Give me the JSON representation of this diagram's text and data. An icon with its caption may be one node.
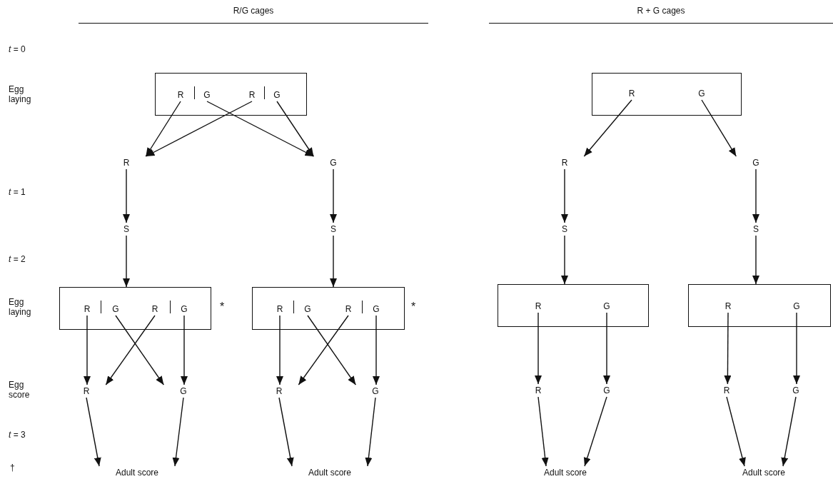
{
  "diagram": {
    "nodes": [
      {
        "text": [],
        "shape": "box"
      },
      {
        "text": [
          "R"
        ],
        "in": 0
      },
      {
        "text": [
          "G"
        ],
        "in": 0
      },
      {
        "text": [
          "R"
        ],
        "in": 0
      },
      {
        "text": [
          "G"
        ],
        "in": 0
      },
      {
        "text": [
          "R"
        ]
      },
      {
        "text": [
          "G"
        ]
      },
      {
        "text": [
          "S"
        ]
      },
      {
        "text": [
          "S"
        ]
      },
      {
        "text": [],
        "shape": "box",
        "beside": [
          "*"
        ]
      },
      {
        "text": [
          "R"
        ],
        "in": 9
      },
      {
        "text": [
          "G"
        ],
        "in": 9
      },
      {
        "text": [
          "R"
        ],
        "in": 9
      },
      {
        "text": [
          "G"
        ],
        "in": 9
      },
      {
        "text": [],
        "shape": "box",
        "beside": [
          "*"
        ]
      },
      {
        "text": [
          "R"
        ],
        "in": 14
      },
      {
        "text": [
          "G"
        ],
        "in": 14
      },
      {
        "text": [
          "R"
        ],
        "in": 14
      },
      {
        "text": [
          "G"
        ],
        "in": 14
      },
      {
        "text": [
          "R"
        ]
      },
      {
        "text": [
          "G"
        ]
      },
      {
        "text": [
          "R"
        ]
      },
      {
        "text": [
          "G"
        ]
      },
      {
        "text": [
          "Adult score"
        ]
      },
      {
        "text": [
          "Adult score"
        ]
      },
      {
        "text": [],
        "shape": "box"
      },
      {
        "text": [
          "R"
        ],
        "in": 25
      },
      {
        "text": [
          "G"
        ],
        "in": 25
      },
      {
        "text": [
          "R"
        ]
      },
      {
        "text": [
          "G"
        ]
      },
      {
        "text": [
          "S"
        ]
      },
      {
        "text": [
          "S"
        ]
      },
      {
        "text": [],
        "shape": "box"
      },
      {
        "text": [
          "R"
        ],
        "in": 32
      },
      {
        "text": [
          "G"
        ],
        "in": 32
      },
      {
        "text": [],
        "shape": "box"
      },
      {
        "text": [
          "R"
        ],
        "in": 35
      },
      {
        "text": [
          "G"
        ],
        "in": 35
      },
      {
        "text": [
          "R"
        ]
      },
      {
        "text": [
          "G"
        ]
      },
      {
        "text": [
          "R"
        ]
      },
      {
        "text": [
          "G"
        ]
      },
      {
        "text": [
          "Adult score"
        ]
      },
      {
        "text": [
          "Adult score"
        ]
      }
    ],
    "edges": [
      {
        "from": 1,
        "to": 5,
        "arrow": "to"
      },
      {
        "from": 2,
        "to": 6,
        "arrow": "to"
      },
      {
        "from": 3,
        "to": 5,
        "arrow": "to"
      },
      {
        "from": 4,
        "to": 6,
        "arrow": "to"
      },
      {
        "from": 5,
        "to": 7,
        "arrow": "to"
      },
      {
        "from": 6,
        "to": 8,
        "arrow": "to"
      },
      {
        "from": 7,
        "to": 9,
        "arrow": "to"
      },
      {
        "from": 8,
        "to": 14,
        "arrow": "to"
      },
      {
        "from": 10,
        "to": 19,
        "arrow": "to"
      },
      {
        "from": 11,
        "to": 20,
        "arrow": "to"
      },
      {
        "from": 12,
        "to": 19,
        "arrow": "to"
      },
      {
        "from": 13,
        "to": 20,
        "arrow": "to"
      },
      {
        "from": 15,
        "to": 21,
        "arrow": "to"
      },
      {
        "from": 16,
        "to": 22,
        "arrow": "to"
      },
      {
        "from": 17,
        "to": 21,
        "arrow": "to"
      },
      {
        "from": 18,
        "to": 22,
        "arrow": "to"
      },
      {
        "from": 19,
        "to": 23,
        "arrow": "to"
      },
      {
        "from": 20,
        "to": 23,
        "arrow": "to"
      },
      {
        "from": 21,
        "to": 24,
        "arrow": "to"
      },
      {
        "from": 22,
        "to": 24,
        "arrow": "to"
      },
      {
        "from": 26,
        "to": 28,
        "arrow": "to"
      },
      {
        "from": 27,
        "to": 29,
        "arrow": "to"
      },
      {
        "from": 28,
        "to": 30,
        "arrow": "to"
      },
      {
        "from": 29,
        "to": 31,
        "arrow": "to"
      },
      {
        "from": 30,
        "to": 32,
        "arrow": "to"
      },
      {
        "from": 31,
        "to": 35,
        "arrow": "to"
      },
      {
        "from": 33,
        "to": 38,
        "arrow": "to"
      },
      {
        "from": 34,
        "to": 39,
        "arrow": "to"
      },
      {
        "from": 36,
        "to": 40,
        "arrow": "to"
      },
      {
        "from": 37,
        "to": 41,
        "arrow": "to"
      },
      {
        "from": 38,
        "to": 42,
        "arrow": "to"
      },
      {
        "from": 39,
        "to": 42,
        "arrow": "to"
      },
      {
        "from": 40,
        "to": 43,
        "arrow": "to"
      },
      {
        "from": 41,
        "to": 43,
        "arrow": "to"
      }
    ],
    "labels": [
      "R/G cages",
      "R + G cages",
      "*t* = 0",
      "Egg laying",
      "*t* = 1",
      "*t* = 2",
      "Egg laying",
      "Egg score",
      "*t* = 3",
      "†"
    ]
  }
}
